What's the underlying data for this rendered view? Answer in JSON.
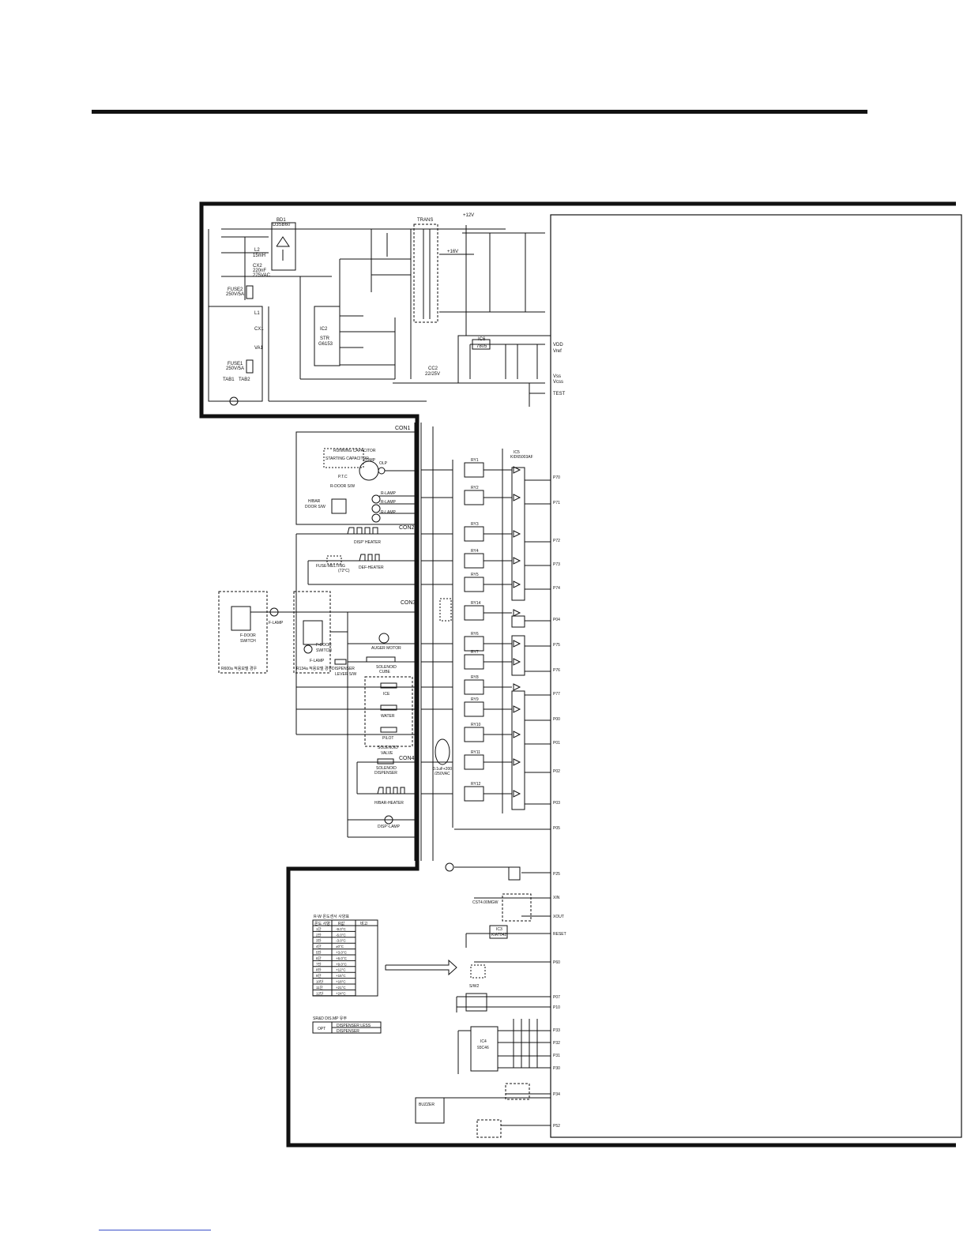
{
  "power": {
    "bd1": "BD1",
    "bd1_part": "D3SB60",
    "l2": "L2",
    "l2_val": "15mH",
    "cx2": "CX2",
    "cx2_val": "220nF",
    "cx2_v": "275VAC",
    "fuse2": "FUSE2",
    "fuse2_val": "250V/5A",
    "fuse1": "FUSE1",
    "fuse1_val": "250V/5A",
    "l1": "L1",
    "cx1": "CX1",
    "va1": "VA1",
    "tab1": "TAB1",
    "tab2": "TAB2",
    "ic2": "IC2",
    "ic2_part1": "STR",
    "ic2_part2": "G6153",
    "trans": "TRANS",
    "cc2": "CC2",
    "cc2_val": "22/25V",
    "ic6": "IC6",
    "ic6_part": "7805",
    "vdd": "VDD",
    "vref": "Vref",
    "vss": "Vss",
    "vcss": "Vcss",
    "test": "TEST",
    "v12": "+12V",
    "v16": "+16V"
  },
  "connectors": {
    "con1": "CON1",
    "con2": "CON2",
    "con3": "CON3",
    "con4": "CON4"
  },
  "loads": {
    "running_cap": "RUNNING CAPACITOR",
    "starting_cap": "STARTING CAPACITOR",
    "comp": "COMP",
    "olp": "OLP",
    "ptc": "P.T.C",
    "r_door_sw": "R-DOOR S/W",
    "hbar_door": "H/BAR",
    "door_sw": "DOOR S/W",
    "r_lamp": "R-LAMP",
    "disp_heater": "DISP' HEATER",
    "fuse_melting": "FUSE-MELTING",
    "fuse_temp": "(72°C)",
    "def_heater": "DEF-HEATER",
    "f_lamp": "F-LAMP",
    "f_door_switch": "F-DOOR",
    "switch": "SWITCH",
    "r600a": "R600a 적용모델 경우",
    "r134a": "R134a 적용모델 경우",
    "dispenser_lever": "DISPENSER",
    "lever_sw": "LEVER S/W",
    "auger_motor": "AUGER MOTOR",
    "solenoid_cube": "SOLENOID",
    "cube": "CUBE",
    "ice": "ICE",
    "water": "WATER",
    "pilot": "PILOT",
    "solenoid_valve": "SOLENOID",
    "valve": "VALVE",
    "solenoid_disp": "SOLENOID",
    "dispenser": "DISPENSER",
    "hbar_heater": "H/BAR-HEATER",
    "disp_lamp": "DISP'-LAMP",
    "cap_note": "0.1uF+200",
    "cap_note2": "/250VAC"
  },
  "mcu": {
    "ic5": "IC5",
    "ic5_part": "KID65003AF",
    "relays": [
      "RY1",
      "RY2",
      "RY3",
      "RY4",
      "RY5",
      "RY14",
      "RY6",
      "RY7",
      "RY8",
      "RY9",
      "RY10",
      "RY11",
      "RY12"
    ],
    "ports": [
      "P70",
      "P71",
      "P72",
      "P73",
      "P74",
      "P04",
      "P75",
      "P76",
      "P77",
      "P00",
      "P01",
      "P02",
      "P03",
      "P05",
      "P25"
    ],
    "x_in": "XIN",
    "x_out": "XOUT",
    "reset": "RESET",
    "ic3": "IC3",
    "ic3_part": "KIA7042",
    "cst": "CST4.00MGW",
    "sw2": "S/W2",
    "ic4": "IC4",
    "ic4_part": "93C46",
    "buzzer": "BUZZER",
    "ports2": [
      "P60",
      "P07",
      "P10",
      "P33",
      "P32",
      "P31",
      "P30",
      "P34",
      "P52"
    ]
  },
  "tables": {
    "temp_title": "R-W 온도센서 사양표",
    "temp_cols": [
      "온도 사양",
      "R값",
      "비고"
    ],
    "temp_rows": [
      [
        "1단",
        "-9.0°C"
      ],
      [
        "2단",
        "-6.0°C"
      ],
      [
        "3단",
        "-3.0°C"
      ],
      [
        "4단",
        "±0°C"
      ],
      [
        "5단",
        "+3.0°C"
      ],
      [
        "6단",
        "+6.0°C"
      ],
      [
        "7단",
        "+9.0°C"
      ],
      [
        "8단",
        "+12°C"
      ],
      [
        "9단",
        "+15°C"
      ],
      [
        "10단",
        "+18°C"
      ],
      [
        "11단",
        "+21°C"
      ],
      [
        "12단",
        "+24°C"
      ]
    ],
    "opt_title": "SR&D DIS.MP 유무",
    "opt_label": "OPT",
    "opt_rows": [
      "DISPENSER LESS",
      "DISPENSER"
    ]
  }
}
